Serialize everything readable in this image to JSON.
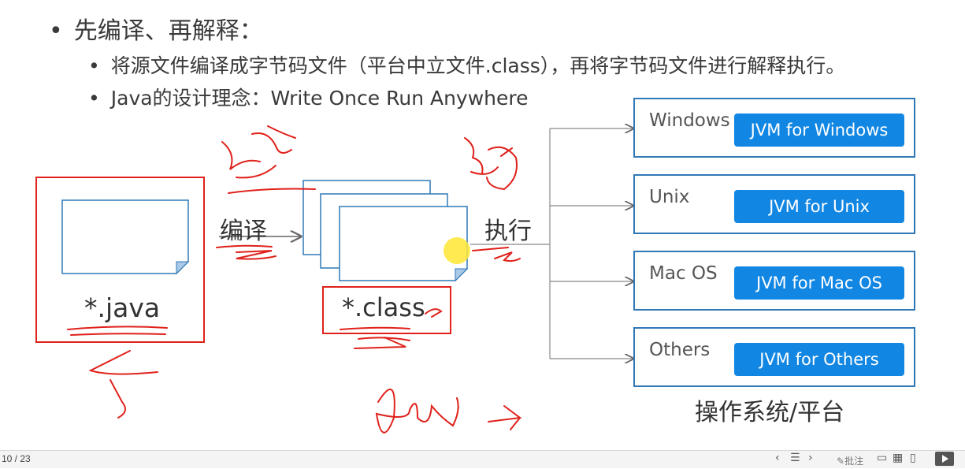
{
  "slide": {
    "bullet_main": "先编译、再解释：",
    "sub_bullets": [
      "将源文件编译成字节码文件（平台中立文件.class），再将字节码文件进行解释执行。",
      "Java的设计理念：Write Once Run Anywhere"
    ],
    "diagram": {
      "source_label": "*.java",
      "compile_label": "编译",
      "bytecode_label": "*.class",
      "execute_label": "执行",
      "platform_caption": "操作系统/平台",
      "platforms": [
        {
          "os": "Windows",
          "jvm": "JVM for Windows"
        },
        {
          "os": "Unix",
          "jvm": "JVM for Unix"
        },
        {
          "os": "Mac OS",
          "jvm": "JVM for Mac OS"
        },
        {
          "os": "Others",
          "jvm": "JVM for Others"
        }
      ]
    }
  },
  "statusbar": {
    "page": "10 / 23",
    "note_label": "批注",
    "prev_icon": "chevron-left-icon",
    "list_icon": "list-icon",
    "next_icon": "chevron-right-icon"
  },
  "colors": {
    "box_border": "#2f78b7",
    "jvm_fill": "#1186e3",
    "annotation_red": "#e0211b"
  }
}
